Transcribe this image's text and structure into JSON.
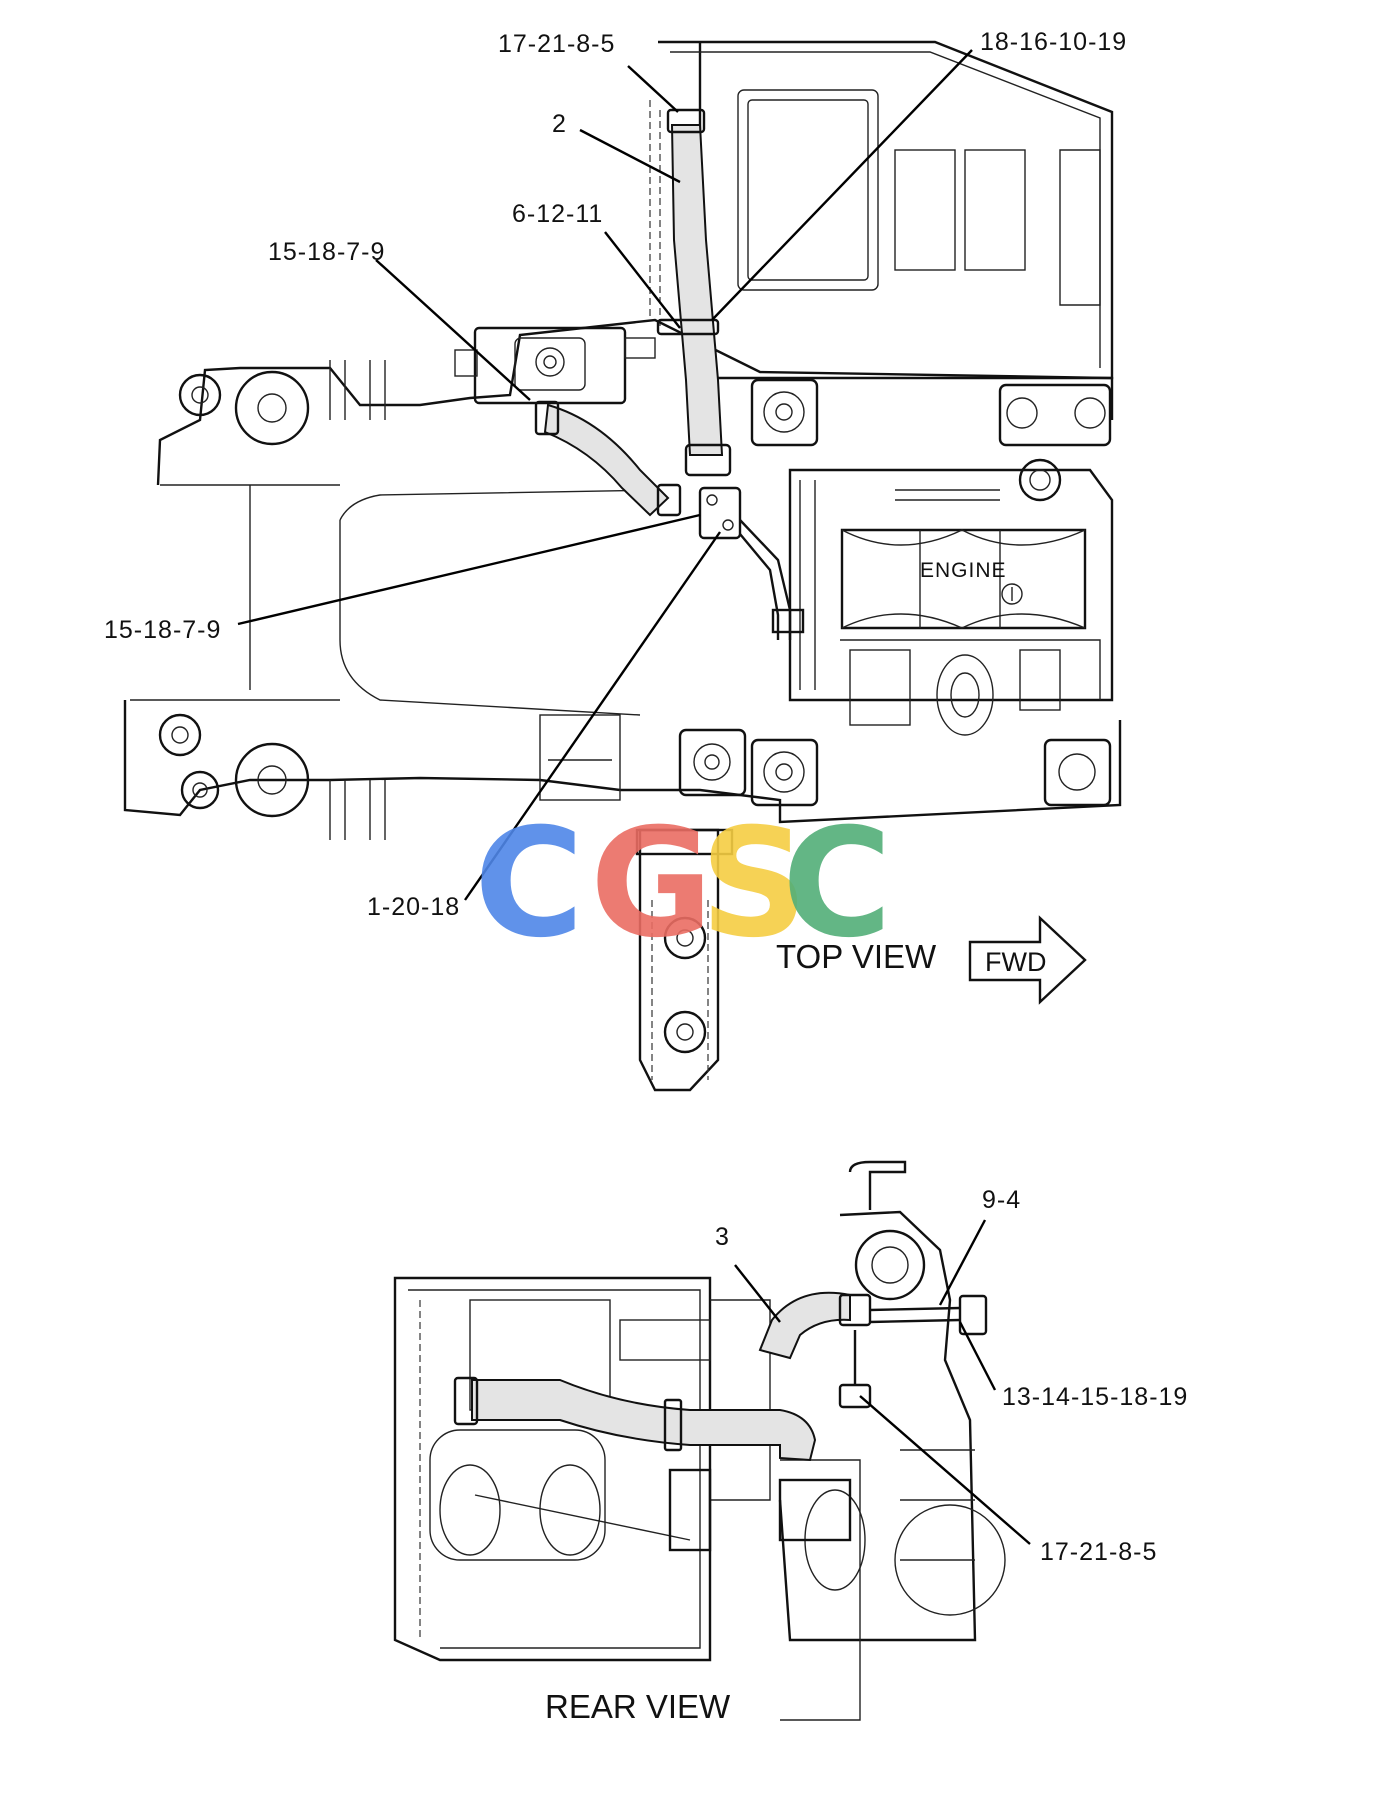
{
  "top_view": {
    "title": "TOP VIEW",
    "engine_label": "ENGINE",
    "fwd_label": "FWD",
    "callouts": [
      "17-21-8-5",
      "18-16-10-19",
      "2",
      "6-12-11",
      "15-18-7-9",
      "15-18-7-9",
      "1-20-18"
    ]
  },
  "rear_view": {
    "title": "REAR VIEW",
    "callouts": [
      "9-4",
      "3",
      "13-14-15-18-19",
      "17-21-8-5"
    ]
  },
  "watermark": {
    "letters": [
      "C",
      "G",
      "S",
      "C"
    ],
    "colors": [
      "#4f86e8",
      "#ea6d63",
      "#f5cd43",
      "#52ae78"
    ]
  }
}
